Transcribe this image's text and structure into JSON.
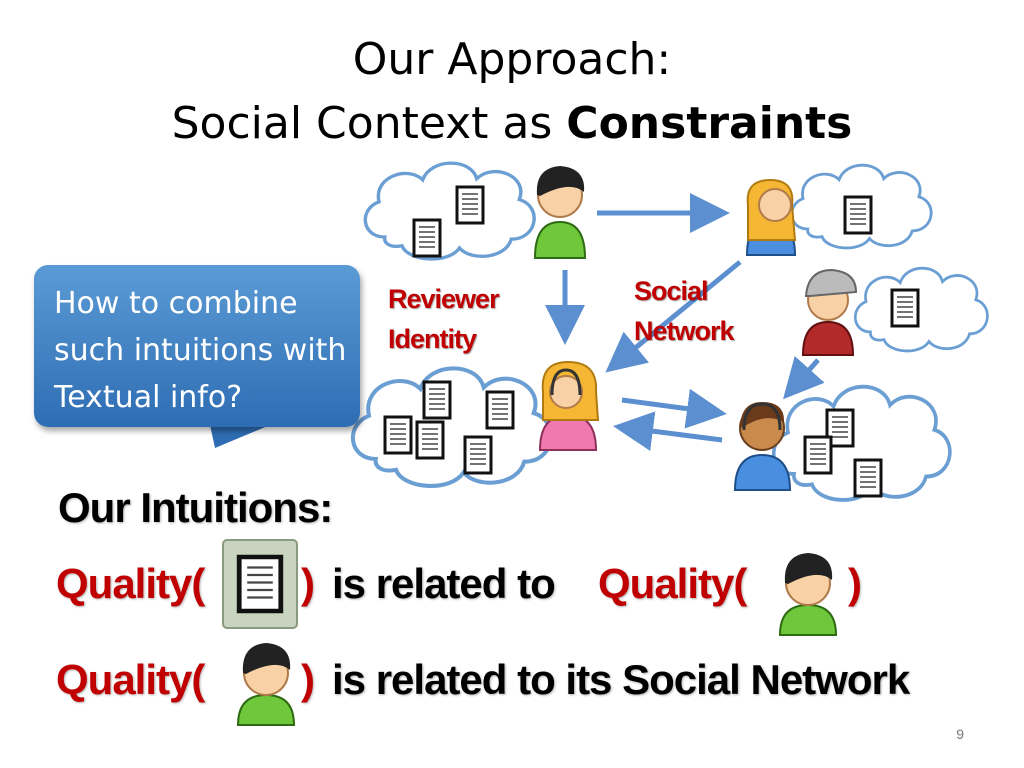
{
  "title": {
    "line1": "Our Approach:",
    "line2_prefix": "Social Context as ",
    "line2_bold": "Constraints"
  },
  "callout": {
    "text": "How to combine such intuitions with Textual info?"
  },
  "diagram": {
    "reviewer_identity_label": [
      "Reviewer",
      "Identity"
    ],
    "social_network_label": [
      "Social",
      "Network"
    ]
  },
  "intuitions": {
    "heading": "Our Intuitions:",
    "line1": {
      "quality_open": "Quality(",
      "close": ")",
      "relation": "is related  to",
      "quality_open2": "Quality(",
      "close2": ")"
    },
    "line2": {
      "quality_open": "Quality(",
      "close": ")",
      "relation": "is related to its Social Network"
    }
  },
  "page_number": "9"
}
